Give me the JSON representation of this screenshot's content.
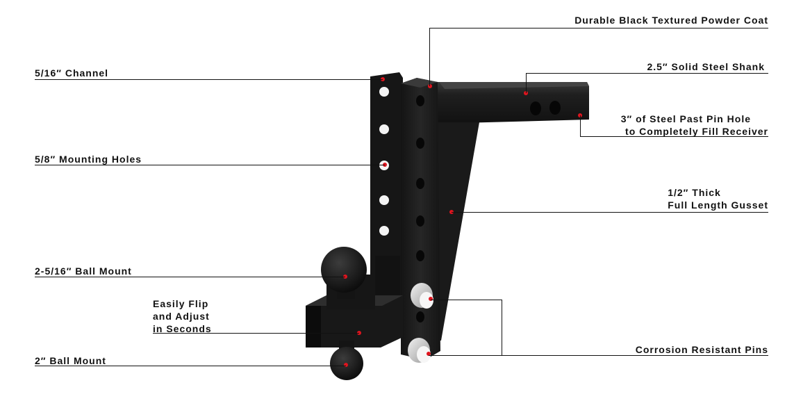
{
  "callouts": {
    "powder_coat": "Durable Black Textured Powder Coat",
    "shank": "2.5″ Solid Steel Shank",
    "channel": "5/16″ Channel",
    "steel_past_line1": "3″ of Steel Past Pin Hole",
    "steel_past_line2": "to Completely Fill Receiver",
    "mounting_holes": "5/8″ Mounting Holes",
    "gusset_line1": "1/2″ Thick",
    "gusset_line2": "Full Length Gusset",
    "ball_2516": "2-5/16″ Ball Mount",
    "flip_line1": "Easily Flip",
    "flip_line2": "and Adjust",
    "flip_line3": "in Seconds",
    "pins": "Corrosion Resistant Pins",
    "ball_2": "2″ Ball Mount"
  },
  "colors": {
    "metal": "#1c1c1c",
    "metal_dark": "#0d0d0d",
    "metal_light": "#2e2e2e",
    "marker": "#e0141e",
    "pin": "#c9c9c9",
    "leader": "#111111"
  }
}
